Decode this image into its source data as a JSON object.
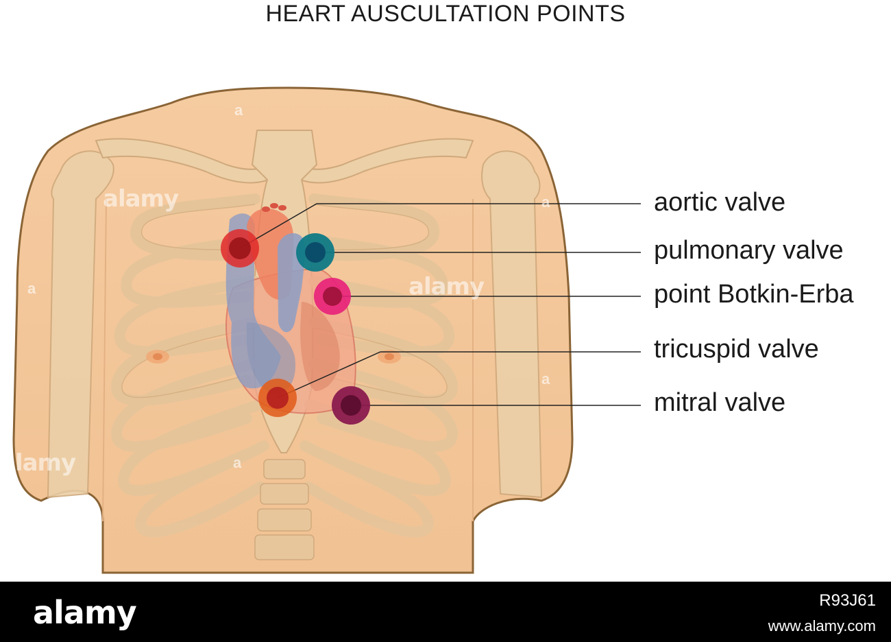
{
  "title": "HEART AUSCULTATION POINTS",
  "labels": [
    {
      "text": "aortic valve",
      "color": "#c0202a"
    },
    {
      "text": "pulmonary valve",
      "color": "#0d6e7a"
    },
    {
      "text": "point Botkin-Erba",
      "color": "#e0267a"
    },
    {
      "text": "tricuspid valve",
      "color": "#c04018"
    },
    {
      "text": "mitral valve",
      "color": "#7a1a4a"
    }
  ],
  "watermarks": [
    "alamy",
    "alamy",
    "alamy",
    "a",
    "a",
    "a",
    "a",
    "a"
  ],
  "footer": {
    "brand": "alamy",
    "image_id": "R93J61",
    "url": "www.alamy.com"
  },
  "colors": {
    "skin": "#f3c69a",
    "skin_outline": "#8a6436",
    "bone": "#ecd0a8",
    "bone_outline": "#cfa97c"
  }
}
